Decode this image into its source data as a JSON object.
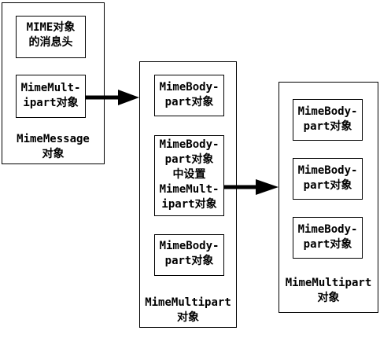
{
  "container1": {
    "label": "MimeMessage\n对象",
    "header_box": "MIME对象\n的消息头",
    "multipart_box": "MimeMult-\nipart对象"
  },
  "container2": {
    "label": "MimeMultipart\n对象",
    "bodypart_top": "MimeBody-\npart对象",
    "bodypart_middle": "MimeBody-\npart对象\n中设置\nMimeMult-\nipart对象",
    "bodypart_bottom": "MimeBody-\npart对象"
  },
  "container3": {
    "label": "MimeMultipart\n对象",
    "bodypart_1": "MimeBody-\npart对象",
    "bodypart_2": "MimeBody-\npart对象",
    "bodypart_3": "MimeBody-\npart对象"
  }
}
